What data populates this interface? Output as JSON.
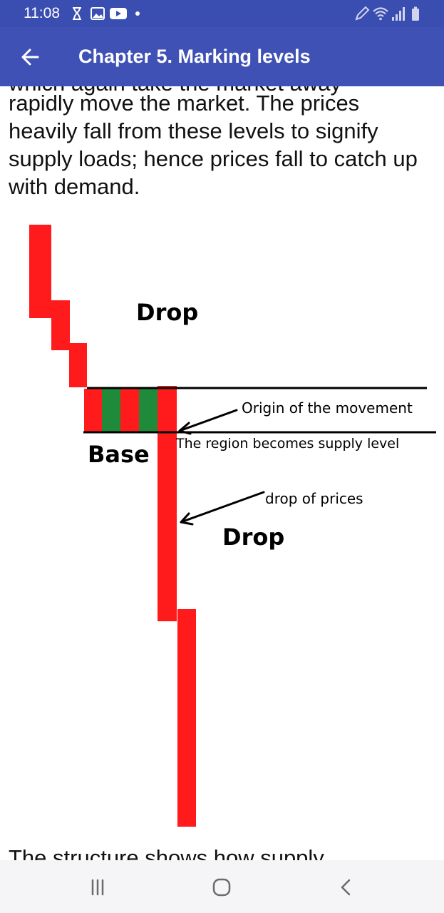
{
  "status_bar": {
    "time": "11:08",
    "icons_left": [
      "hourglass-icon",
      "image-icon",
      "youtube-icon",
      "dot-icon"
    ],
    "icons_right": [
      "pen-icon",
      "wifi-icon",
      "signal-icon",
      "battery-icon"
    ]
  },
  "app_bar": {
    "title": "Chapter 5. Marking levels",
    "back_icon": "arrow-left-icon",
    "color": "#3f51b5"
  },
  "content": {
    "cut_top_line": "which again take the market away",
    "paragraph": "rapidly move the market. The prices heavily fall from these levels to signify supply loads; hence prices fall to catch up with demand.",
    "next_paragraph_partial": "The structure shows how supply"
  },
  "figure": {
    "labels": {
      "drop_top": "Drop",
      "base": "Base",
      "drop_bottom": "Drop",
      "origin": "Origin of the movement",
      "supply": "The region becomes supply level",
      "drop_prices": "drop of prices"
    },
    "colors": {
      "bearish": "#ff1b1b",
      "bullish": "#1e8a3a",
      "line": "#000000"
    }
  },
  "nav_bar": {
    "icons": [
      "recent-apps-icon",
      "home-icon",
      "back-nav-icon"
    ]
  }
}
